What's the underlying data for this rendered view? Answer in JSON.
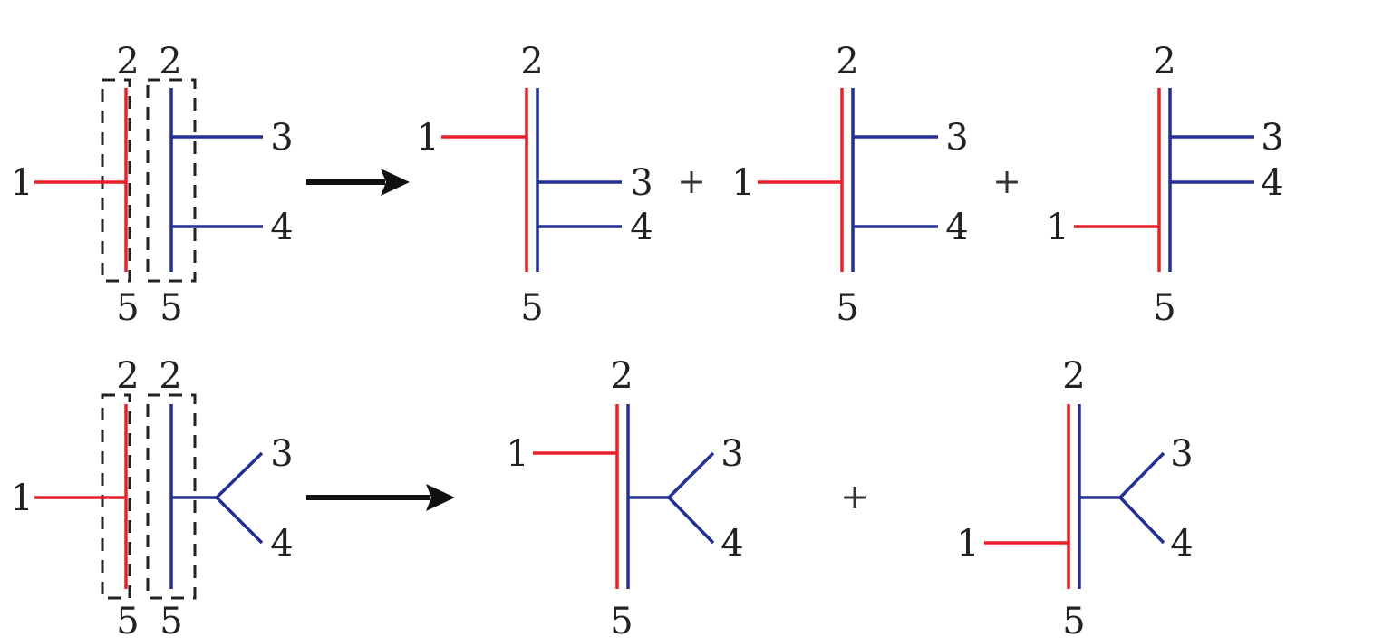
{
  "colors": {
    "red": "#e8202a",
    "blue": "#232f94",
    "box": "#222222",
    "arrow": "#111111"
  },
  "labels": {
    "l1": "1",
    "l2": "2",
    "l3": "3",
    "l4": "4",
    "l5": "5"
  },
  "operators": {
    "plus": "+"
  },
  "rows": [
    {
      "name": "row-1-four-point-splitting",
      "terms": 3
    },
    {
      "name": "row-2-three-point-vertex",
      "terms": 2
    }
  ]
}
